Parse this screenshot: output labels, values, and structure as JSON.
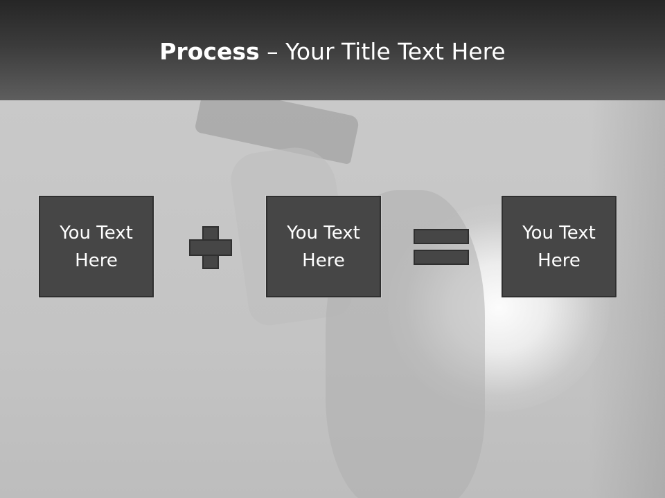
{
  "slide": {
    "title_strong": "Process",
    "title_rest": " – Your Title Text Here"
  },
  "process": {
    "boxes": [
      {
        "label": "You Text Here"
      },
      {
        "label": "You Text Here"
      },
      {
        "label": "You Text Here"
      }
    ],
    "operators": [
      "plus-icon",
      "equals-icon"
    ]
  },
  "colors": {
    "title_bar": "#3b3b3b",
    "box_fill": "#464646",
    "background": "#c6c6c6",
    "text": "#ffffff"
  }
}
